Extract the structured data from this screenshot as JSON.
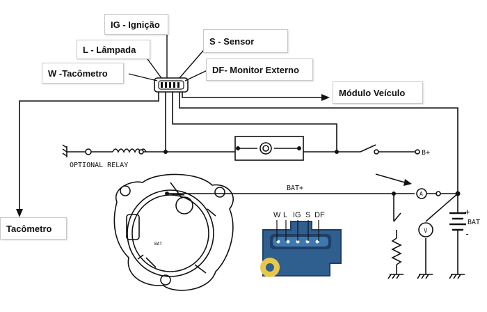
{
  "callouts": {
    "ig": "IG - Ignição",
    "l": "L - Lâmpada",
    "s": "S - Sensor",
    "w": "W -Tacômetro",
    "df": "DF- Monitor Externo",
    "modulo": "Módulo Veículo",
    "tacometro": "Tacômetro"
  },
  "schematic": {
    "optional_relay": "OPTIONAL RELAY",
    "b_plus": "B+",
    "bat_plus": "BAT+",
    "bat": "BAT",
    "bat_small": "BAT",
    "ammeter": "A",
    "voltmeter": "V",
    "plus_sign": "+",
    "minus_sign": "-"
  },
  "connector_pins": [
    "W",
    "L",
    "IG",
    "S",
    "DF"
  ],
  "colors": {
    "connector_blue": "#2f5f8f",
    "connector_dark": "#1f3f66",
    "gear_yellow": "#e8c84a"
  }
}
